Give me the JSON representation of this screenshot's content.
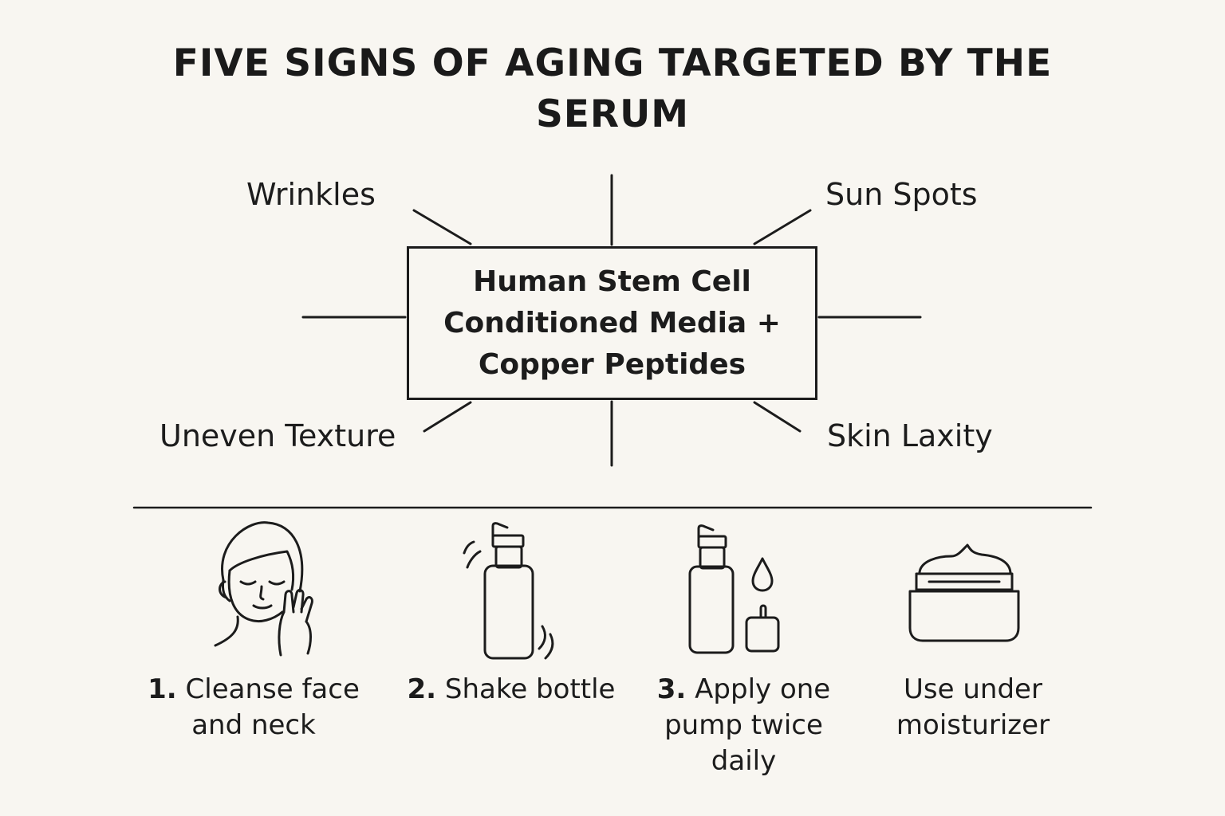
{
  "title": "FIVE SIGNS OF AGING TARGETED BY THE SERUM",
  "center": {
    "lines": [
      "Human Stem Cell",
      "Conditioned Media +",
      "Copper Peptides"
    ]
  },
  "signs": {
    "wrinkles": "Wrinkles",
    "sun_spots": "Sun Spots",
    "uneven_texture": "Uneven Texture",
    "skin_laxity": "Skin Laxity"
  },
  "steps": [
    {
      "number": "1.",
      "text": "Cleanse face and neck",
      "icon": "face-cleanse-icon"
    },
    {
      "number": "2.",
      "text": "Shake bottle",
      "icon": "shake-bottle-icon"
    },
    {
      "number": "3.",
      "text": "Apply one pump twice daily",
      "icon": "pump-bottle-drop-icon"
    },
    {
      "number": "",
      "text": "Use under moisturizer",
      "icon": "moisturizer-jar-icon"
    }
  ],
  "colors": {
    "background": "#f8f6f1",
    "ink": "#1c1c1c"
  }
}
